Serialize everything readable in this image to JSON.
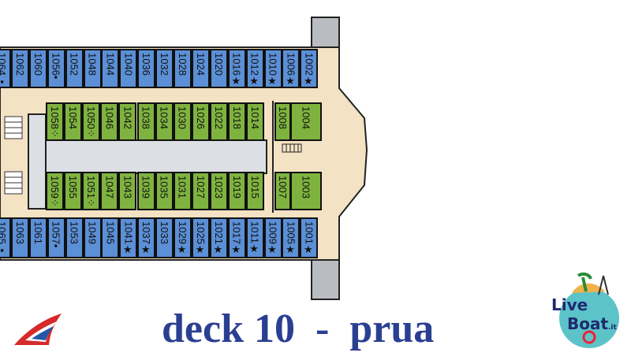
{
  "title": "deck 10  -  prua",
  "logos": {
    "left": "Carnival",
    "right": "LiveBoat.it"
  },
  "colors": {
    "outside_cabin": "#5b8fd6",
    "inside_cabin": "#7fb33f",
    "deck": "#f3e2c4",
    "title": "#2b3f92"
  },
  "cabins": {
    "top_outer": [
      "1064▪",
      "1062",
      "1060",
      "1056•",
      "1052",
      "1048",
      "1044",
      "1040",
      "1036",
      "1032",
      "1028",
      "1024",
      "1020",
      "1016★",
      "1012★",
      "1010★",
      "1006★",
      "1002★"
    ],
    "top_inner": [
      "1058⁘",
      "1054",
      "1050⁘",
      "1046",
      "1042",
      "1038",
      "1034",
      "1030",
      "1026",
      "1022",
      "1018",
      "1014"
    ],
    "top_inner_fwd": [
      "1008",
      "1004"
    ],
    "bottom_inner": [
      "1059⁘",
      "1055",
      "1051⁘",
      "1047",
      "1043",
      "1039",
      "1035",
      "1031",
      "1027",
      "1023",
      "1019",
      "1015"
    ],
    "bottom_inner_fwd": [
      "1007",
      "1003"
    ],
    "bottom_outer": [
      "1065▪",
      "1063",
      "1061",
      "1057•",
      "1053",
      "1049",
      "1045",
      "1041★",
      "1037★",
      "1033",
      "1029★",
      "1025★",
      "1021★",
      "1017★",
      "1011★",
      "1009★",
      "1005★",
      "1001★"
    ]
  }
}
